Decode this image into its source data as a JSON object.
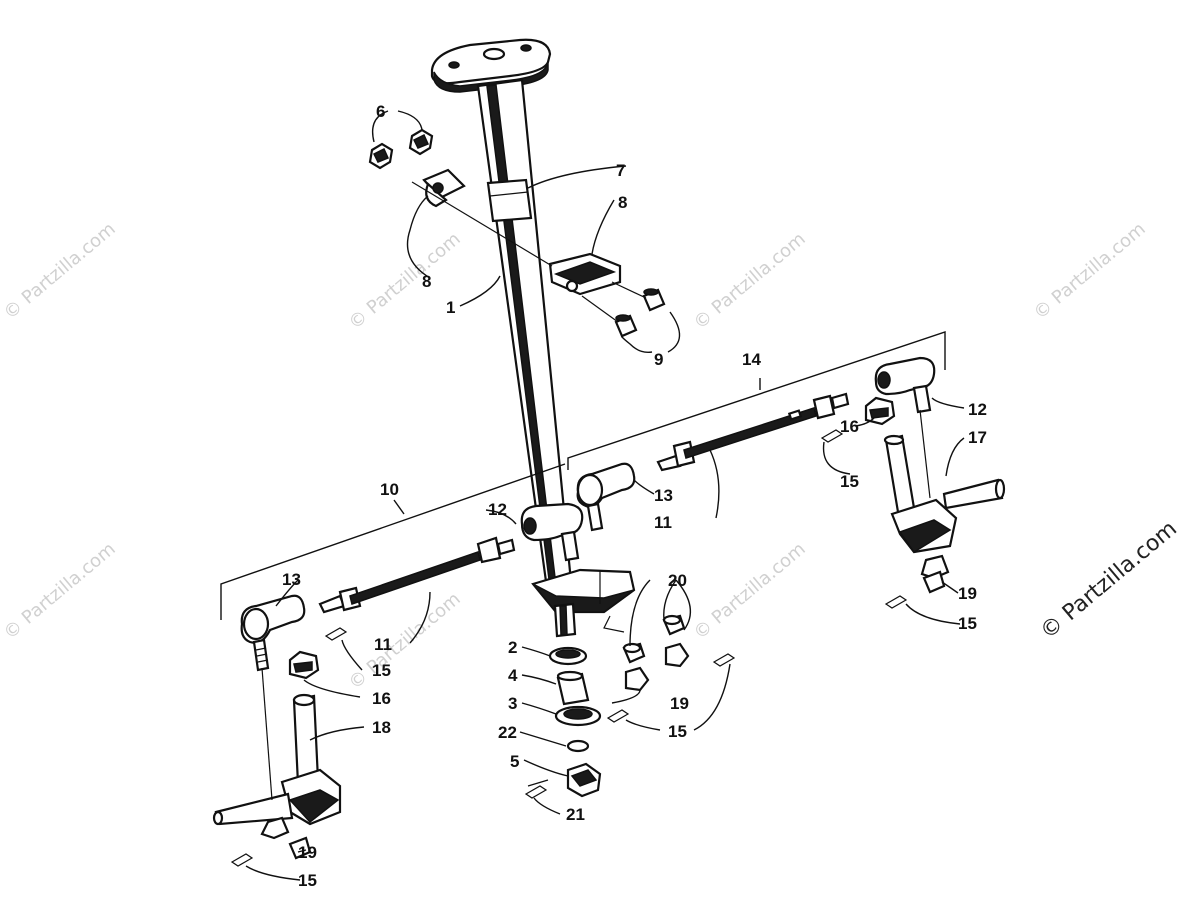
{
  "watermarks": {
    "text": "© Partzilla.com",
    "primary_text": "© Partzilla.com"
  },
  "callouts": {
    "c1": "1",
    "c2": "2",
    "c3": "3",
    "c4": "4",
    "c5": "5",
    "c6": "6",
    "c7": "7",
    "c8a": "8",
    "c8b": "8",
    "c9": "9",
    "c10": "10",
    "c11a": "11",
    "c11b": "11",
    "c12a": "12",
    "c12b": "12",
    "c13a": "13",
    "c13b": "13",
    "c14": "14",
    "c15a": "15",
    "c15b": "15",
    "c15c": "15",
    "c15d": "15",
    "c16a": "16",
    "c16b": "16",
    "c17": "17",
    "c18": "18",
    "c19a": "19",
    "c19b": "19",
    "c19c": "19",
    "c20": "20",
    "c21": "21",
    "c22": "22"
  }
}
